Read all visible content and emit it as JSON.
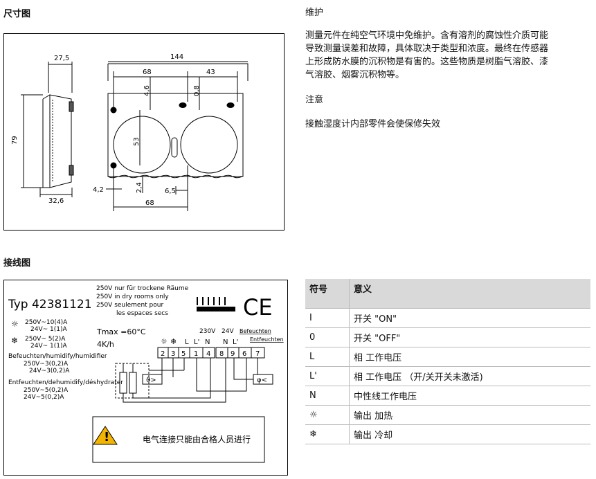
{
  "dimensions_section": {
    "title": "尺寸图",
    "labels": {
      "d27_5": "27,5",
      "d79": "79",
      "d32_6": "32,6",
      "d144": "144",
      "d68_top": "68",
      "d43": "43",
      "d4_6": "4,6",
      "d0_8": "0,8",
      "d53": "53",
      "d4_2": "4,2",
      "d2_4": "2,4",
      "d6_5": "6,5",
      "d68_bottom": "68"
    }
  },
  "maintenance": {
    "title": "维护",
    "lines": [
      "测量元件在纯空气环境中免维护。含有溶剂的腐蚀性介质可能",
      "导致测量误差和故障，具体取决于类型和浓度。最终在传感器",
      "上形成防水膜的沉积物是有害的。这些物质是树脂气溶胶、漆",
      "气溶胶、烟雾沉积物等。"
    ]
  },
  "note": {
    "title": "注意",
    "text": "接触湿度计内部零件会使保修失效"
  },
  "wiring_section": {
    "title": "接线图",
    "type_label": "Typ 42381121",
    "usage": [
      "250V nur für trockene Räume",
      "250V in dry rooms only",
      "250V seulement pour",
      "les espaces secs"
    ],
    "heat_lines": [
      "250V~10(4)A",
      "24V~ 1(1)A"
    ],
    "cool_lines": [
      "250V~ 5(2)A",
      "24V~ 1(1)A"
    ],
    "tmax": "Tmax =60°C",
    "rate": "4K/h",
    "humidify_title": "Befeuchten/humidify/humidifier",
    "humidify_lines": [
      "250V~3(0,2)A",
      "24V~3(0,2)A"
    ],
    "dehumidify_title": "Entfeuchten/dehumidify/déshydrater",
    "dehumidify_lines": [
      "250V~5(0,2)A",
      "24V~5(0,2)A"
    ],
    "ce_mark": "CE",
    "v230": "230V",
    "v24": "24V",
    "befeuchten": "Befeuchten",
    "entfeuchten": "Entfeuchten",
    "terminal_letters_left": [
      "L",
      "L'",
      "N"
    ],
    "terminal_letters_right": [
      "N",
      "L'"
    ],
    "terminals": [
      "2",
      "3",
      "5",
      "1",
      "4",
      "8",
      "9",
      "6",
      "7"
    ],
    "theta_label": "ϑ>",
    "phi_label": "φ<",
    "warning_text": "电气连接只能由合格人员进行"
  },
  "symbol_table": {
    "headers": [
      "符号",
      "意义"
    ],
    "rows": [
      {
        "symbol": "I",
        "meaning": "开关 \"ON\""
      },
      {
        "symbol": "0",
        "meaning": "开关 \"OFF\""
      },
      {
        "symbol": "L",
        "meaning": "相 工作电压"
      },
      {
        "symbol": "L'",
        "meaning": "相 工作电压 （开/关开关未激活)"
      },
      {
        "symbol": "N",
        "meaning": "中性线工作电压"
      },
      {
        "symbol": "☼",
        "meaning": "输出 加热"
      },
      {
        "symbol": "❄",
        "meaning": "输出 冷却"
      }
    ]
  }
}
